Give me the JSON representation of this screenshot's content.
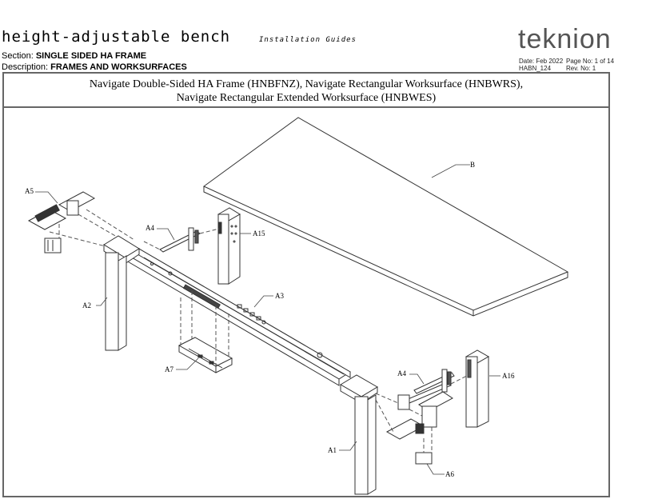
{
  "header": {
    "title": "height-adjustable bench",
    "subtitle": "Installation Guides",
    "section_label": "Section: ",
    "section_value": "SINGLE SIDED HA FRAME",
    "description_label": "Description: ",
    "description_value": "FRAMES AND WORKSURFACES",
    "logo": "teknion",
    "date": "Date: Feb 2022",
    "page": "Page No: 1 of 14",
    "doc_id": "HABN_124",
    "rev": "Rev. No: 1"
  },
  "product_heading": {
    "line1": "Navigate Double-Sided HA Frame (HNBFNZ), Navigate Rectangular Worksurface (HNBWRS),",
    "line2": "Navigate Rectangular Extended Worksurface (HNBWES)"
  },
  "callouts": {
    "B": "B",
    "A5": "A5",
    "A4_left": "A4",
    "A15": "A15",
    "A2": "A2",
    "A3": "A3",
    "A7": "A7",
    "A4_right": "A4",
    "A16": "A16",
    "A1": "A1",
    "A6": "A6"
  }
}
